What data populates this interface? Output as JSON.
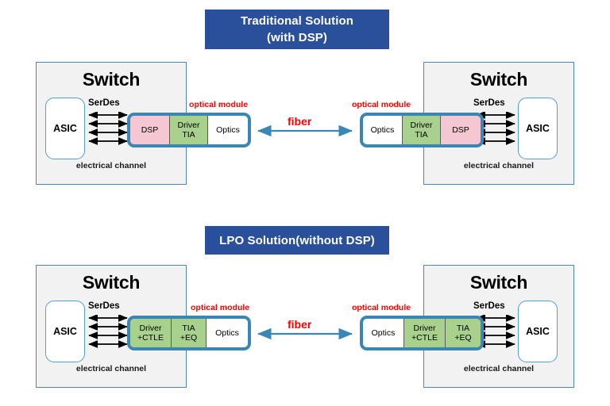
{
  "diagram": {
    "title_traditional_line1": "Traditional Solution",
    "title_traditional_line2": "(with DSP)",
    "title_lpo": "LPO Solution(without DSP)",
    "switch_label": "Switch",
    "asic_label": "ASIC",
    "serdes_label": "SerDes",
    "electrical_channel_label": "electrical channel",
    "optical_module_label": "optical module",
    "fiber_label": "fiber",
    "blocks": {
      "dsp": "DSP",
      "driver_tia": "Driver\nTIA",
      "optics": "Optics",
      "driver_ctle": "Driver\n+CTLE",
      "tia_eq": "TIA\n+EQ"
    },
    "colors": {
      "banner_blue": "#2a4f9b",
      "module_border_blue": "#3a87b5",
      "dsp_pink": "#f4c7d2",
      "analog_green": "#a9d18e",
      "optics_white": "#ffffff",
      "switch_fill": "#f2f2f2",
      "switch_border": "#4f81bd",
      "label_red": "#ff0000",
      "fiber_blue": "#3a87b5"
    }
  },
  "panels": [
    {
      "id": "traditional",
      "left_module_cells": [
        "DSP",
        "Driver\nTIA",
        "Optics"
      ],
      "right_module_cells": [
        "Optics",
        "Driver\nTIA",
        "DSP"
      ]
    },
    {
      "id": "lpo",
      "left_module_cells": [
        "Driver\n+CTLE",
        "TIA\n+EQ",
        "Optics"
      ],
      "right_module_cells": [
        "Optics",
        "Driver\n+CTLE",
        "TIA\n+EQ"
      ]
    }
  ]
}
